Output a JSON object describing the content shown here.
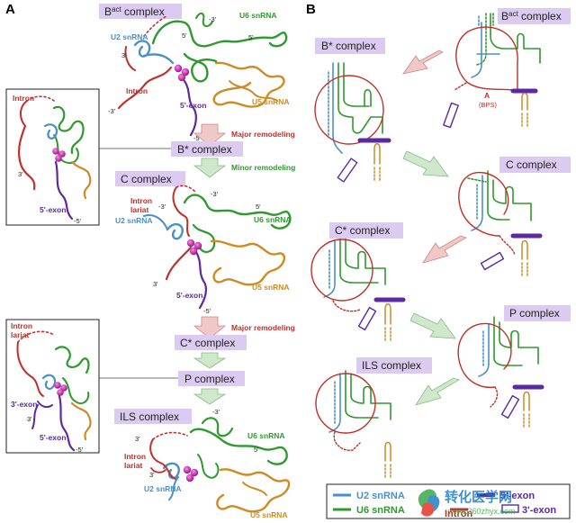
{
  "panel_a": {
    "letter": "A",
    "states": {
      "bact": {
        "main": "B",
        "sup": "act",
        "rest": " complex"
      },
      "bstar": "B* complex",
      "c": "C complex",
      "cstar": "C* complex",
      "p": "P complex",
      "ils": "ILS complex"
    },
    "transitions": {
      "major1": "Major remodeling",
      "minor": "Minor remodeling",
      "major2": "Major remodeling"
    },
    "labels": {
      "u2": "U2 snRNA",
      "u6": "U6 snRNA",
      "u5": "U5 snRNA",
      "intron": "Intron",
      "intron_lariat_1": "Intron",
      "intron_lariat_2": "lariat",
      "exon5": "5'-exon",
      "exon3": "3'-exon",
      "p3": "3'",
      "p5": "5'",
      "m3": "-3'",
      "m5": "-5'"
    }
  },
  "panel_b": {
    "letter": "B",
    "states": {
      "bact": {
        "main": "B",
        "sup": "act",
        "rest": " complex"
      },
      "bstar": "B* complex",
      "c": "C complex",
      "cstar": "C* complex",
      "p": "P complex",
      "ils": "ILS complex"
    },
    "bps_a": "A",
    "bps": "(BPS)"
  },
  "legend": {
    "u2": "U2 snRNA",
    "u6": "U6 snRNA",
    "exon5": "5'-exon",
    "intron": "Intron",
    "exon3": "3'-exon"
  },
  "watermark": {
    "cn": "转化医学网",
    "url": "www.360zhyx.com"
  },
  "colors": {
    "label_box": "#dccbf0",
    "u2": "#4a90c8",
    "u6": "#2e9a2e",
    "u5": "#d08a22",
    "intron": "#c0302a",
    "exon5": "#5b2aa0",
    "remodel_major": "#c0302a",
    "remodel_minor": "#2e9a2e",
    "arrow_red": "#f0c8c8",
    "arrow_green": "#cfe8cc"
  }
}
